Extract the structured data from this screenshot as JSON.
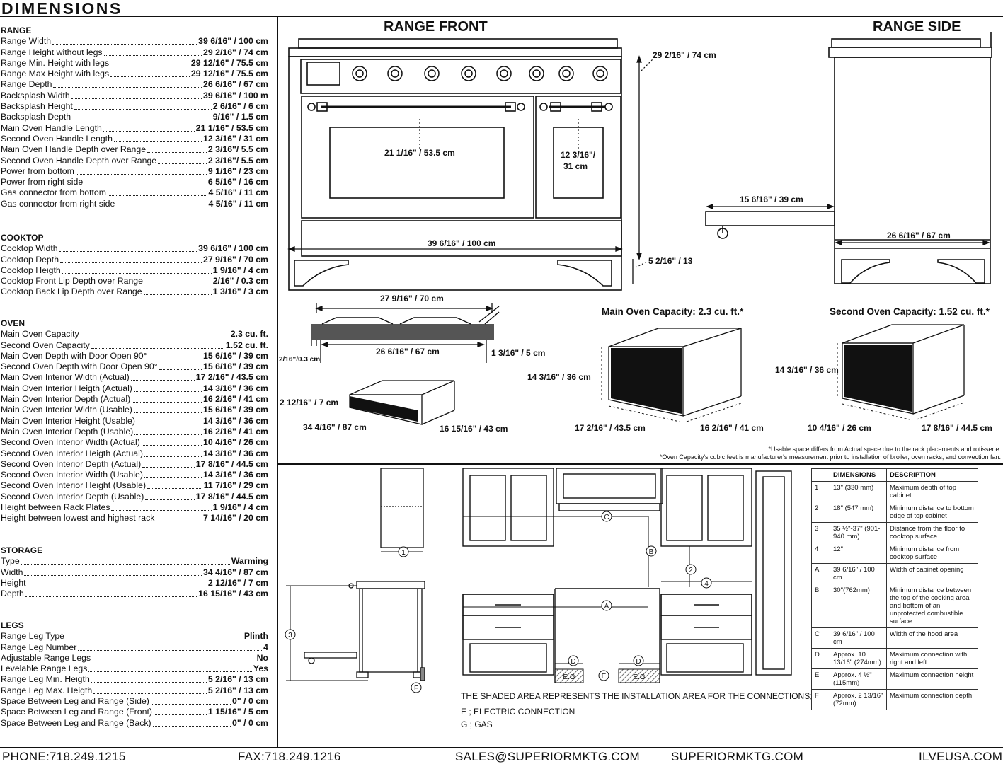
{
  "title": "DIMENSIONS",
  "range_section": {
    "heading": "RANGE",
    "rows": [
      {
        "label": "Range Width",
        "value": "39 6/16\" / 100 cm"
      },
      {
        "label": "Range Height without legs",
        "value": "29 2/16\" / 74 cm"
      },
      {
        "label": "Range Min. Height with legs",
        "value": "29 12/16\" / 75.5 cm"
      },
      {
        "label": "Range Max Height with legs",
        "value": "29 12/16\" / 75.5 cm"
      },
      {
        "label": "Range Depth",
        "value": "26 6/16\" / 67 cm"
      },
      {
        "label": "Backsplash Width",
        "value": "39 6/16\" / 100 m"
      },
      {
        "label": "Backsplash Height",
        "value": "2 6/16\" / 6 cm"
      },
      {
        "label": "Backsplash Depth",
        "value": "9/16\" / 1.5 cm"
      },
      {
        "label": "Main Oven Handle Length",
        "value": "21 1/16\" / 53.5 cm"
      },
      {
        "label": "Second Oven Handle Length",
        "value": "12 3/16\" / 31 cm"
      },
      {
        "label": "Main Oven Handle Depth over Range",
        "value": "2 3/16\"/ 5.5 cm"
      },
      {
        "label": "Second Oven Handle Depth over Range",
        "value": "2 3/16\"/ 5.5 cm"
      },
      {
        "label": "Power from bottom",
        "value": "9 1/16\" / 23 cm"
      },
      {
        "label": "Power from right side",
        "value": "6 5/16\" / 16 cm"
      },
      {
        "label": "Gas connector from bottom",
        "value": "4 5/16\" / 11 cm"
      },
      {
        "label": "Gas connector from right side",
        "value": "4 5/16\" / 11 cm"
      }
    ]
  },
  "cooktop_section": {
    "heading": "COOKTOP",
    "rows": [
      {
        "label": "Cooktop Width",
        "value": "39 6/16\" / 100 cm"
      },
      {
        "label": "Cooktop Depth",
        "value": "27 9/16\" / 70 cm"
      },
      {
        "label": "Cooktop Heigth",
        "value": "1 9/16\" / 4 cm"
      },
      {
        "label": "Cooktop Front Lip Depth over Range",
        "value": "2/16\" / 0.3 cm"
      },
      {
        "label": "Cooktop Back Lip Depth over Range",
        "value": "1 3/16\" / 3 cm"
      }
    ]
  },
  "oven_section": {
    "heading": "OVEN",
    "rows": [
      {
        "label": "Main Oven Capacity",
        "value": "2.3 cu. ft."
      },
      {
        "label": "Second Oven Capacity",
        "value": "1.52 cu. ft."
      },
      {
        "label": "Main Oven Depth with Door Open 90°",
        "value": "15 6/16\" / 39 cm"
      },
      {
        "label": "Second Oven Depth with Door Open 90°",
        "value": "15 6/16\" / 39 cm"
      },
      {
        "label": "Main Oven Interior Width (Actual)",
        "value": "17 2/16\" / 43.5 cm"
      },
      {
        "label": "Main Oven Interior Heigth (Actual)",
        "value": "14 3/16\" / 36 cm"
      },
      {
        "label": "Main Oven Interior Depth (Actual)",
        "value": "16 2/16\" / 41 cm"
      },
      {
        "label": "Main Oven Interior Width (Usable)",
        "value": "15 6/16\" / 39 cm"
      },
      {
        "label": "Main Oven Interior Height (Usable)",
        "value": "14 3/16\" / 36 cm"
      },
      {
        "label": "Main Oven Interior Depth (Usable)",
        "value": "16 2/16\" / 41 cm"
      },
      {
        "label": "Second Oven Interior Width (Actual)",
        "value": "10 4/16\" / 26 cm"
      },
      {
        "label": "Second Oven Interior Heigth (Actual)",
        "value": "14 3/16\" / 36 cm"
      },
      {
        "label": "Second Oven Interior Depth (Actual)",
        "value": "17 8/16\" / 44.5 cm"
      },
      {
        "label": "Second Oven Interior Width (Usable)",
        "value": "14 3/16\" / 36 cm"
      },
      {
        "label": "Second Oven Interior Height (Usable)",
        "value": "11 7/16\" / 29 cm"
      },
      {
        "label": "Second Oven Interior Depth (Usable)",
        "value": "17 8/16\" / 44.5 cm"
      },
      {
        "label": "Height between Rack Plates",
        "value": "1 9/16\" / 4 cm"
      },
      {
        "label": "Height between lowest and highest rack",
        "value": "7 14/16\" / 20 cm"
      }
    ]
  },
  "storage_section": {
    "heading": "STORAGE",
    "rows": [
      {
        "label": "Type",
        "value": "Warming"
      },
      {
        "label": "Width",
        "value": "34 4/16\" / 87 cm"
      },
      {
        "label": "Height",
        "value": "2 12/16\" / 7 cm"
      },
      {
        "label": "Depth",
        "value": "16 15/16\" / 43 cm"
      }
    ]
  },
  "legs_section": {
    "heading": "LEGS",
    "rows": [
      {
        "label": "Range Leg Type",
        "value": "Plinth"
      },
      {
        "label": "Range Leg Number",
        "value": "4"
      },
      {
        "label": "Adjustable Range Legs",
        "value": "No"
      },
      {
        "label": "Levelable Range Legs",
        "value": "Yes"
      },
      {
        "label": "Range Leg Min. Heigth",
        "value": "5 2/16\" / 13 cm"
      },
      {
        "label": "Range Leg Max. Heigth",
        "value": "5 2/16\" / 13 cm"
      },
      {
        "label": "Space Between Leg and Range (Side)",
        "value": "0\" / 0 cm"
      },
      {
        "label": "Space Between Leg and Range (Front)",
        "value": "1 15/16\" / 5 cm"
      },
      {
        "label": "Space Between Leg and Range (Back)",
        "value": "0\" / 0 cm"
      }
    ]
  },
  "drawings": {
    "range_front_title": "RANGE FRONT",
    "range_side_title": "RANGE SIDE",
    "front_height": "29 2/16\" / 74 cm",
    "front_handle_main": "21 1/16\" / 53.5 cm",
    "front_handle_second_a": "12 3/16\"/",
    "front_handle_second_b": "31 cm",
    "front_width": "39 6/16\" / 100 cm",
    "front_leg": "5 2/16\" / 13",
    "side_door_depth": "15 6/16\" / 39 cm",
    "side_depth": "26 6/16\" / 67 cm",
    "cooktop_depth": "27 9/16\" / 70 cm",
    "cooktop_inner": "26 6/16\" / 67 cm",
    "cooktop_lip": "1 3/16\" / 5 cm",
    "cooktop_front_lip": "2/16\"/0.3 cm",
    "main_oven_capacity": "Main Oven Capacity: 2.3 cu. ft.*",
    "second_oven_capacity": "Second Oven Capacity: 1.52 cu. ft.*",
    "main_oven_h": "14 3/16\" / 36 cm",
    "main_oven_w": "17 2/16\" / 43.5 cm",
    "main_oven_d": "16 2/16\" / 41 cm",
    "second_oven_h": "14 3/16\" / 36 cm",
    "second_oven_w": "10 4/16\" / 26 cm",
    "second_oven_d": "17 8/16\" / 44.5 cm",
    "drawer_h": "2 12/16\" / 7 cm",
    "drawer_w": "34 4/16\" / 87 cm",
    "drawer_d": "16 15/16\" / 43 cm",
    "note_1": "*Usable space differs from Actual space due to the rack placements and rotisserie.",
    "note_2": "*Oven Capacity's cubic feet is manufacturer's measurement prior to installation of broiler, oven racks, and convection fan."
  },
  "installation": {
    "shaded_note": "THE SHADED AREA REPRESENTS THE INSTALLATION AREA FOR THE CONNECTIONS;",
    "electric": "E ; ELECTRIC CONNECTION",
    "gas": "G ; GAS",
    "markers": {
      "c": "C",
      "b": "B",
      "two": "2",
      "four": "4",
      "a": "A",
      "d": "D",
      "e": "E",
      "eg": "E.G",
      "one": "1",
      "three": "3",
      "f": "F"
    }
  },
  "dim_table": {
    "headers": [
      "DIMENSIONS",
      "DESCRIPTION"
    ],
    "rows": [
      {
        "n": "1",
        "dim": "13\" (330 mm)",
        "desc": "Maximum depth of top cabinet"
      },
      {
        "n": "2",
        "dim": "18\" (547 mm)",
        "desc": "Minimum distance to bottom edge of top cabinet"
      },
      {
        "n": "3",
        "dim": "35 ½\"-37\" (901-940 mm)",
        "desc": "Distance from the floor to cooktop surface"
      },
      {
        "n": "4",
        "dim": "12\"",
        "desc": "Minimum distance from cooktop surface"
      },
      {
        "n": "A",
        "dim": "39 6/16\" / 100 cm",
        "desc": "Width of cabinet opening"
      },
      {
        "n": "B",
        "dim": "30\"(762mm)",
        "desc": "Minimum distance between the top of the cooking area and bottom of an unprotected combustible surface"
      },
      {
        "n": "C",
        "dim": "39 6/16\" / 100 cm",
        "desc": "Width of the hood area"
      },
      {
        "n": "D",
        "dim": "Approx. 10 13/16\" (274mm)",
        "desc": "Maximum connection with right and left"
      },
      {
        "n": "E",
        "dim": "Approx. 4 ½\" (115mm)",
        "desc": "Maximum connection height"
      },
      {
        "n": "F",
        "dim": "Approx. 2 13/16\" (72mm)",
        "desc": "Maximum connection depth"
      }
    ]
  },
  "footer": {
    "phone": "PHONE:718.249.1215",
    "fax": "FAX:718.249.1216",
    "email": "SALES@SUPERIORMKTG.COM",
    "site": "SUPERIORMKTG.COM",
    "brand_site": "ILVEUSA.COM"
  }
}
